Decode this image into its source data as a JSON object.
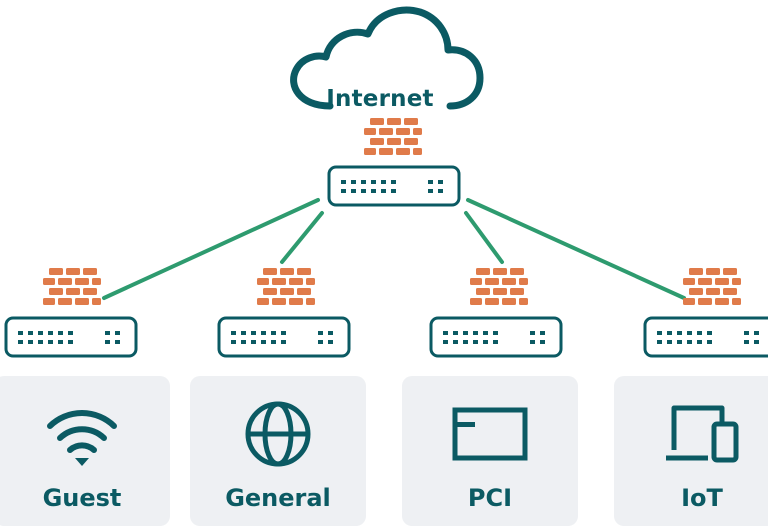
{
  "internet_label": "Internet",
  "segments": [
    {
      "label": "Guest",
      "icon": "wifi-icon"
    },
    {
      "label": "General",
      "icon": "globe-icon"
    },
    {
      "label": "PCI",
      "icon": "card-reader-icon"
    },
    {
      "label": "IoT",
      "icon": "devices-icon"
    }
  ],
  "colors": {
    "primary": "#0b5a63",
    "link": "#2e9b6f",
    "firewall": "#e07b4a",
    "card": "#eef0f3"
  }
}
